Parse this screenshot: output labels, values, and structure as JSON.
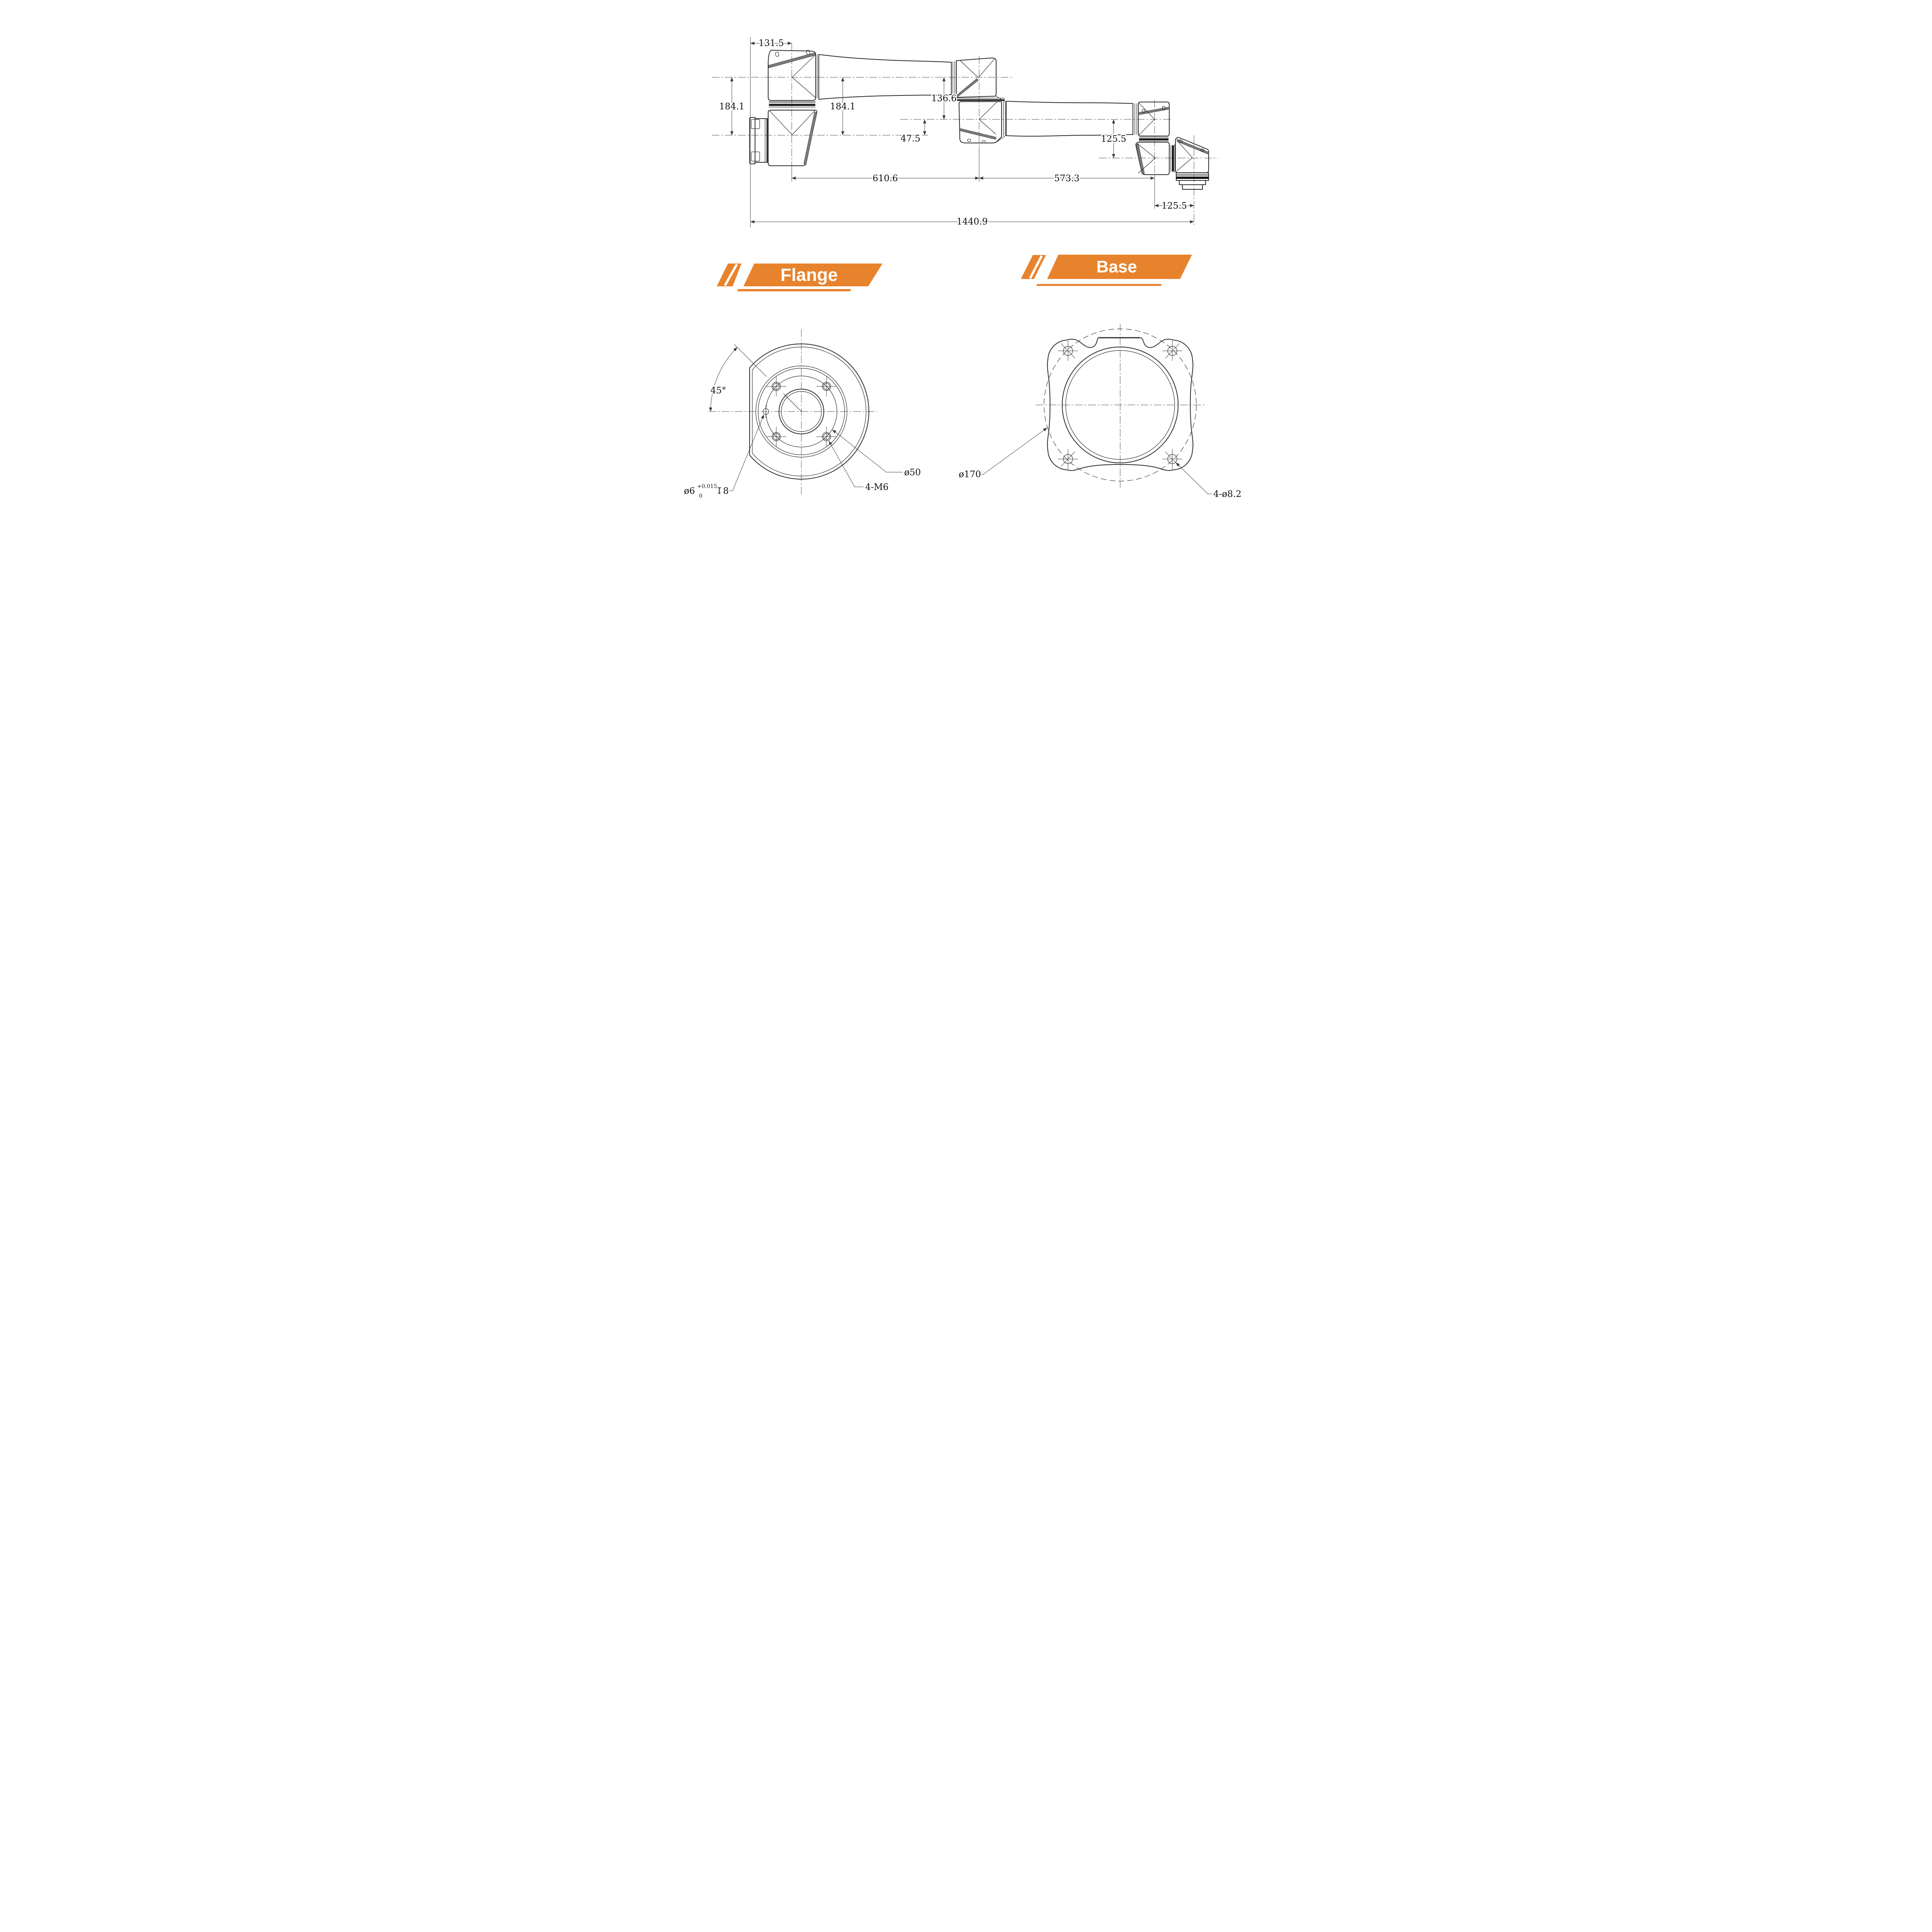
{
  "drawing": {
    "type": "robot-arm-dimension-drawing",
    "side_view": {
      "dims": {
        "top_width": "131.5",
        "left_height": "184.1",
        "mid_height": "184.1",
        "elbow_drop": "136.6",
        "elbow_offset": "47.5",
        "upper_arm_span": "610.6",
        "forearm_span": "573.3",
        "wrist_drop": "125.5",
        "wrist_offset": "125.5",
        "total_reach": "1440.9"
      }
    },
    "sections": {
      "flange": {
        "title": "Flange"
      },
      "base": {
        "title": "Base"
      }
    },
    "flange_view": {
      "angle": "45°",
      "bolt_circle": "ø50",
      "thread_holes": "4-M6",
      "pin_dia": "ø6",
      "pin_tol_sup": "+0.015",
      "pin_tol_sub": "0",
      "pin_depth": "↧8"
    },
    "base_view": {
      "bolt_circle": "ø170",
      "holes": "4-ø8.2"
    },
    "colors": {
      "accent": "#E8832D",
      "line": "#2b2b2b",
      "dim": "#3a3a3a"
    }
  }
}
